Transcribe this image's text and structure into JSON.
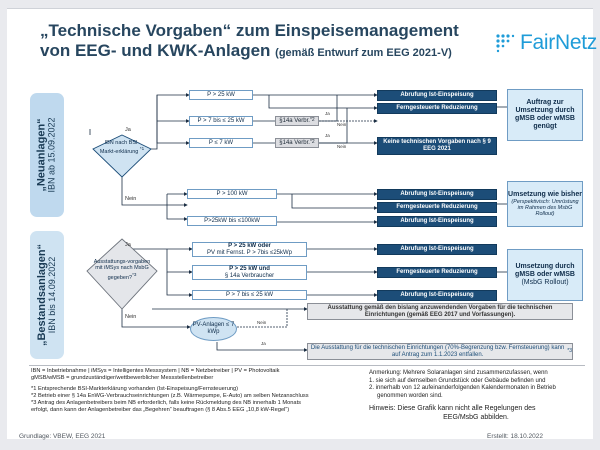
{
  "header": {
    "title_line1": "„Technische Vorgaben“ zum Einspeisemanagement",
    "title_line2": "von EEG- und KWK-Anlagen",
    "title_line2_sub": "(gemäß Entwurf zum EEG 2021-V)",
    "logo_text": "FairNetz"
  },
  "sidebar": {
    "neu_main": "„Neuanlagen“",
    "neu_sub": "IBN ab 15.09.2022",
    "bestand_main": "„Bestandsanlagen“",
    "bestand_sub": "IBN bis 14.09.2022"
  },
  "flow": {
    "decision1": "IBN nach BSI-Markt-erklärung",
    "decision1_sup": "*1",
    "ja": "Ja",
    "nein": "Nein",
    "p_gt_25": "P > 25 kW",
    "p_7_25": "P > 7 bis ≤ 25 kW",
    "p_le_7": "P ≤ 7 kW",
    "s14a_1": "§14a Verbr.",
    "s14a_2": "§14a Verbr.",
    "s14a_1_sup": "*2",
    "s14a_2_sup": "*2",
    "abruf_1": "Abrufung Ist-Einspeisung",
    "fern_1": "Ferngesteuerte Reduzierung",
    "keine": "Keine technischen Vorgaben nach § 9 EEG 2021",
    "p_gt_100": "P > 100 kW",
    "p_25_100": "P>25kW bis ≤100kW",
    "abruf_2": "Abrufung Ist-Einspeisung",
    "fern_2": "Ferngesteuerte Reduzierung",
    "abruf_3": "Abrufung Ist-Einspeisung",
    "decision2": "Ausstattungs-vorgaben mit iMSys nach MsbG gegeben?",
    "decision2_sup": "*3",
    "b_gt25_a": "P > 25 kW oder",
    "b_gt25_b": "PV mit Fernst. P > 7bis ≤25kWp",
    "b_mid_a": "P > 25 kW und",
    "b_mid_b": "§ 14a Verbraucher",
    "b_7_25": "P > 7 bis ≤ 25 kW",
    "abruf_4": "Abrufung Ist-Einspeisung",
    "fern_4": "Ferngesteuerte Reduzierung",
    "abruf_5": "Abrufung Ist-Einspeisung",
    "pv_anlagen": "PV-Anlagen ≤ 7 kWp",
    "ausstattung": "Ausstattung gemäß den bislang anzuwendenden Vorgaben für die technischen Einrichtungen (gemäß EEG 2017 und Vorfassungen).",
    "regelung": "Die Ausstattung für die technischen Einrichtungen (70%-Begrenzung bzw. Fernsteuerung) kann auf Antrag zum 1.1.2023 entfallen.",
    "regelung_sup": "*3",
    "res1": "Auftrag zur Umsetzung durch gMSB oder wMSB genügt",
    "res2_a": "Umsetzung wie bisher",
    "res2_b": "(Perspektivisch: Umrüstung im Rahmen des MsbG Rollout)",
    "res3_a": "Umsetzung durch gMSB oder wMSB",
    "res3_b": "(MsbG Rollout)"
  },
  "legend": {
    "line1": "IBN = Inbetriebnahme  |  iMSys = Intelligentes Messsystem  |  NB = Netzbetreiber  |  PV = Photovoltaik",
    "line2": "gMSB/wMSB = grundzuständiger/wettbewerblicher Messstellenbetreiber",
    "note1": "*1 Entsprechende BSI-Markterklärung vorhanden (Ist-Einspeisung/Fernsteuerung)",
    "note2": "*2 Betrieb einer § 14a EnWG-Verbrauchseinrichtungen (z.B. Wärmepumpe, E-Auto) am selben Netzanschluss",
    "note3a": "*3 Antrag des Anlagenbetreibers beim NB erforderlich, falls keine Rückmeldung des NB innerhalb 1 Monats",
    "note3b": "erfolgt, dann kann der Anlagenbetreiber das „Begehren“ beauftragen (§ 8 Abs.5 EEG „10,8 kW-Regel“)",
    "anm1": "Anmerkung: Mehrere Solaranlagen sind zusammenzufassen, wenn",
    "anm2": "1. sie sich auf demselben Grundstück oder Gebäude befinden und",
    "anm3": "2. innerhalb von 12 aufeinanderfolgenden Kalendermonaten in Betrieb",
    "anm4": "genommen worden sind.",
    "hinweis1": "Hinweis: Diese Grafik kann nicht alle Regelungen des",
    "hinweis2": "EEG/MsbG abbilden."
  },
  "footer": {
    "left": "Grundlage: VBEW, EEG 2021",
    "right": "Erstellt: 18.10.2022"
  },
  "colors": {
    "accent": "#1c4d78",
    "title": "#27465f",
    "logo": "#1f9cd8"
  }
}
